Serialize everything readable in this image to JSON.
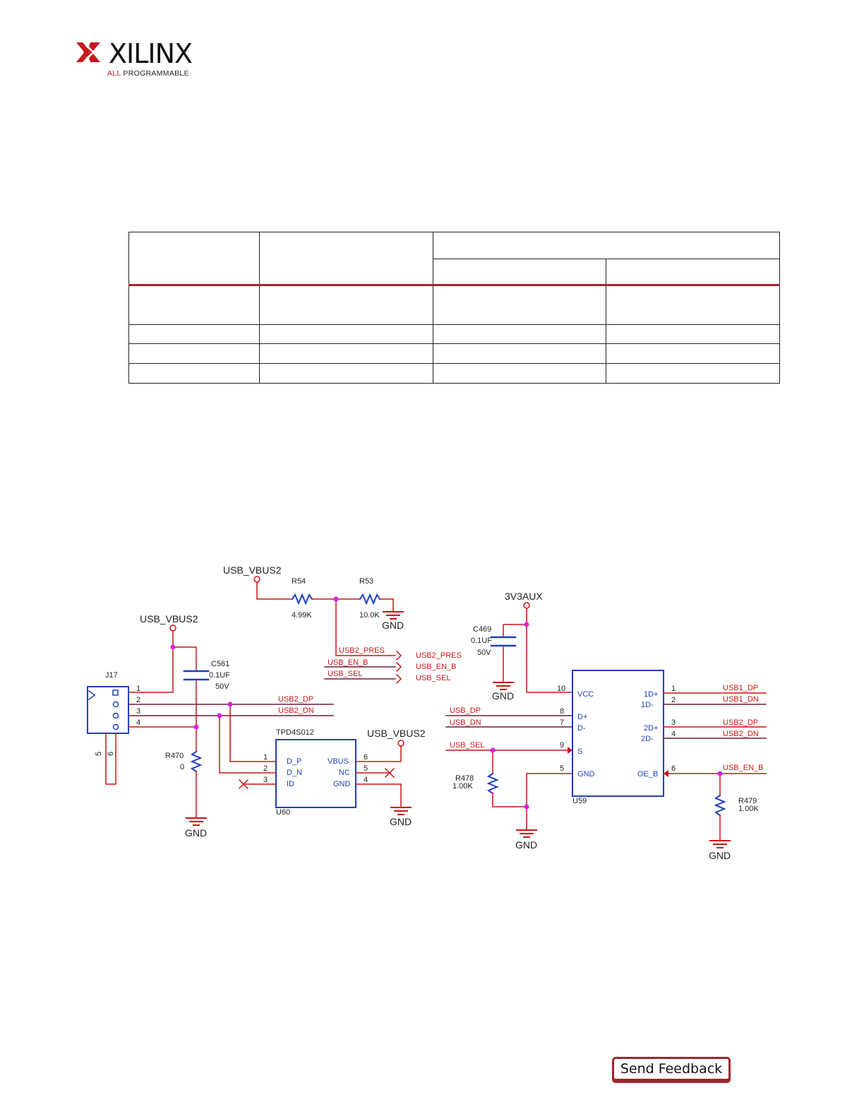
{
  "header": {
    "logo_word": "XILINX",
    "logo_tag_all": "ALL",
    "logo_tag_rest": " PROGRAMMABLE",
    "brand_color": "#c4181f"
  },
  "schematic": {
    "net_usb_vbus2": "USB_VBUS2",
    "net_3v3aux": "3V3AUX",
    "gnd": "GND",
    "r54_ref": "R54",
    "r54_val": "4.99K",
    "r53_ref": "R53",
    "r53_val": "10.0K",
    "c469_ref": "C469",
    "c469_val": "0.1UF",
    "c469_volt": "50V",
    "c561_ref": "C561",
    "c561_val": "0.1UF",
    "c561_volt": "50V",
    "j17_ref": "J17",
    "r470_ref": "R470",
    "r470_val": "0",
    "r478_ref": "R478",
    "r478_val": "1.00K",
    "r479_ref": "R479",
    "r479_val": "1.00K",
    "tpd_part": "TPD4S012",
    "u60_ref": "U60",
    "u59_ref": "U59",
    "net_usb2_pres": "USB2_PRES",
    "net_usb_en_b": "USB_EN_B",
    "net_usb_sel": "USB_SEL",
    "net_usb2_dp": "USB2_DP",
    "net_usb2_dn": "USB2_DN",
    "net_usb_dp": "USB_DP",
    "net_usb_dn": "USB_DN",
    "net_usb1_dp": "USB1_DP",
    "net_usb1_dn": "USB1_DN",
    "pin_d_p": "D_P",
    "pin_d_n": "D_N",
    "pin_id": "ID",
    "pin_vbus": "VBUS",
    "pin_nc": "NC",
    "pin_gnd": "GND",
    "pin_vcc": "VCC",
    "pin_dplus": "D+",
    "pin_dminus": "D-",
    "pin_s": "S",
    "pin_1dp": "1D+",
    "pin_1dm": "1D-",
    "pin_2dp": "2D+",
    "pin_2dm": "2D-",
    "pin_oe_b": "OE_B",
    "n1": "1",
    "n2": "2",
    "n3": "3",
    "n4": "4",
    "n5": "5",
    "n6": "6",
    "n7": "7",
    "n8": "8",
    "n9": "9",
    "n10": "10",
    "wire_color": "#cc1414",
    "net_color": "#6b1b3a",
    "body_color": "#1f3fbf",
    "junction_color": "#e020e0"
  },
  "footer": {
    "feedback_label": "Send Feedback"
  }
}
